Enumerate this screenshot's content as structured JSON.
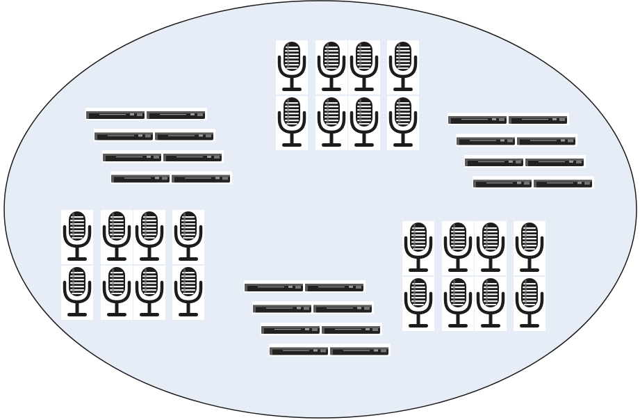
{
  "diagram": {
    "background_color": "#ffffff",
    "ellipse": {
      "fill": "#e7edf7",
      "stroke": "#1a1a1a"
    },
    "microphone_icon": "microphone-icon",
    "recorder_icon": "recorder-device-icon",
    "mic_colors": {
      "body": "#1c1c1c",
      "grille_slot": "#f2f2f2",
      "shine": "#7a7a7a"
    },
    "recorder_colors": {
      "body": "#222222",
      "top": "#5a5a5a",
      "detail": "#9a9a9a"
    },
    "clusters": [
      {
        "kind": "microphone",
        "count": 8,
        "rows": 2,
        "cols": 4
      },
      {
        "kind": "recorder",
        "count": 8,
        "rows": 4,
        "cols": 2
      },
      {
        "kind": "recorder",
        "count": 8,
        "rows": 4,
        "cols": 2
      },
      {
        "kind": "microphone",
        "count": 8,
        "rows": 2,
        "cols": 4
      },
      {
        "kind": "microphone",
        "count": 8,
        "rows": 2,
        "cols": 4
      },
      {
        "kind": "recorder",
        "count": 8,
        "rows": 4,
        "cols": 2
      }
    ]
  }
}
